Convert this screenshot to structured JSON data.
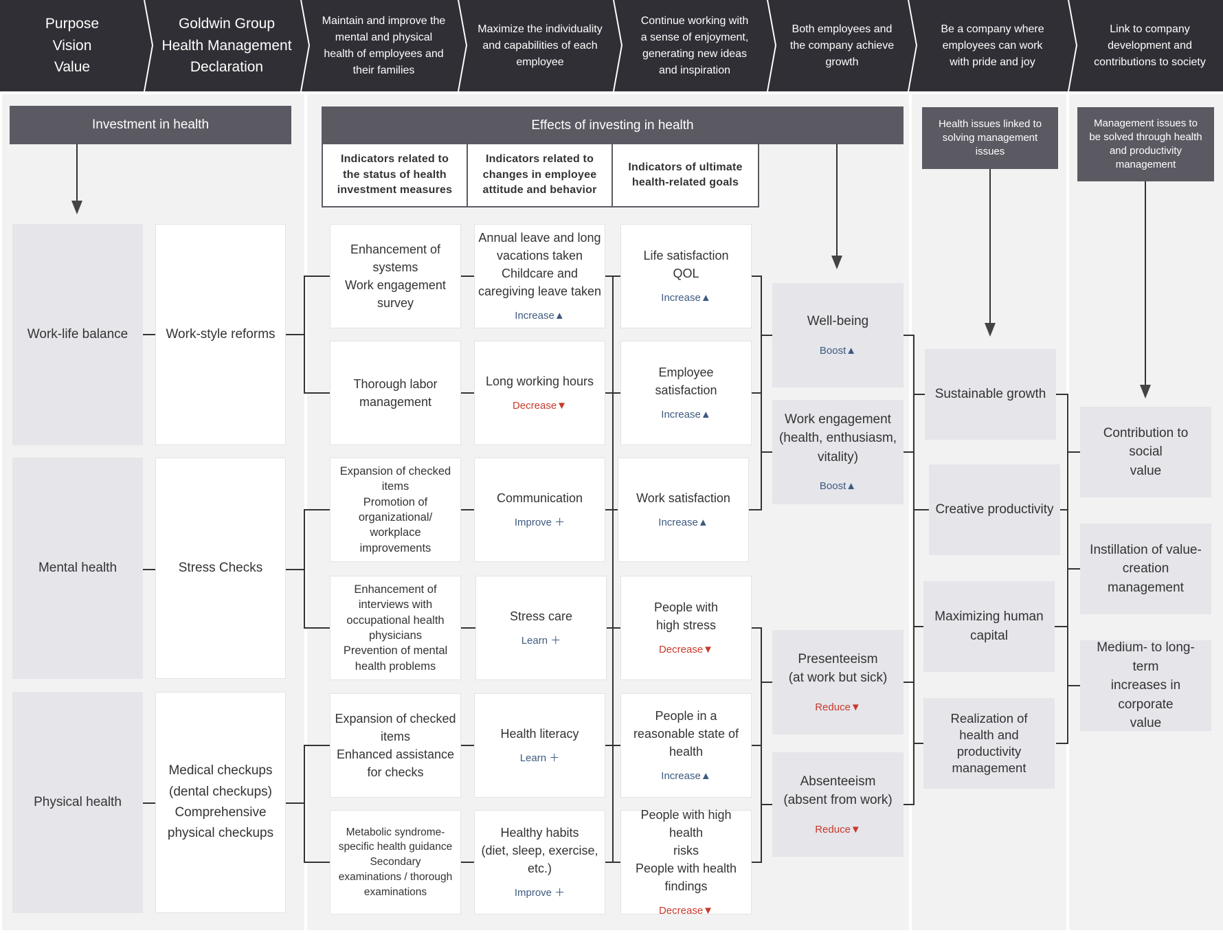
{
  "header": [
    {
      "text": "Purpose\nVision\nValue"
    },
    {
      "text": "Goldwin Group\nHealth Management\nDeclaration"
    },
    {
      "text": "Maintain and improve the\nmental and physical\nhealth of employees and\ntheir families"
    },
    {
      "text": "Maximize the individuality\nand capabilities of each\nemployee"
    },
    {
      "text": "Continue working with\na sense of enjoyment,\ngenerating new ideas\nand inspiration"
    },
    {
      "text": "Both employees and\nthe company achieve\ngrowth"
    },
    {
      "text": "Be a company where\nemployees can work\nwith pride and joy"
    },
    {
      "text": "Link to company\ndevelopment and\ncontributions to society"
    }
  ],
  "investment": {
    "title": "Investment in health",
    "areas": [
      "Work-life balance",
      "Mental health",
      "Physical health"
    ],
    "measures": [
      "Work-style reforms",
      "Stress Checks",
      "Medical checkups\n(dental checkups)\nComprehensive\nphysical checkups"
    ]
  },
  "effects": {
    "title": "Effects of investing in health",
    "indicator_headers": [
      "Indicators related to\nthe status of health\ninvestment measures",
      "Indicators related to\nchanges in employee\nattitude and behavior",
      "Indicators of ultimate\nhealth-related goals"
    ],
    "col1": [
      "Enhancement of\nsystems\nWork engagement\nsurvey",
      "Thorough labor\nmanagement",
      "Expansion of checked\nitems\nPromotion of\norganizational/\nworkplace\nimprovements",
      "Enhancement of\ninterviews with\noccupational health\nphysicians\nPrevention of mental\nhealth problems",
      "Expansion of checked\nitems\nEnhanced assistance\nfor checks",
      "Metabolic syndrome-\nspecific health guidance\nSecondary\nexaminations / thorough\nexaminations"
    ],
    "col2": [
      {
        "text": "Annual leave and long\nvacations taken\nChildcare and\ncaregiving leave taken",
        "metric": "Increase▲",
        "down": false
      },
      {
        "text": "Long working hours",
        "metric": "Decrease▼",
        "down": true
      },
      {
        "text": "Communication",
        "metric": "Improve ＋",
        "down": false
      },
      {
        "text": "Stress care",
        "metric": "Learn ＋",
        "down": false
      },
      {
        "text": "Health literacy",
        "metric": "Learn ＋",
        "down": false
      },
      {
        "text": "Healthy habits\n(diet, sleep, exercise,\netc.)",
        "metric": "Improve ＋",
        "down": false
      }
    ],
    "col3": [
      {
        "text": "Life satisfaction\nQOL",
        "metric": "Increase▲",
        "down": false
      },
      {
        "text": "Employee\nsatisfaction",
        "metric": "Increase▲",
        "down": false
      },
      {
        "text": "Work satisfaction",
        "metric": "Increase▲",
        "down": false
      },
      {
        "text": "People with\nhigh stress",
        "metric": "Decrease▼",
        "down": true
      },
      {
        "text": "People in a\nreasonable state of\nhealth",
        "metric": "Increase▲",
        "down": false
      },
      {
        "text": "People with high health\nrisks\nPeople with health\nfindings",
        "metric": "Decrease▼",
        "down": true
      }
    ],
    "outcomes": [
      {
        "text": "Well-being",
        "metric": "Boost▲",
        "down": false
      },
      {
        "text": "Work engagement\n(health, enthusiasm,\nvitality)",
        "metric": "Boost▲",
        "down": false
      },
      {
        "text": "Presenteeism\n(at work but sick)",
        "metric": "Reduce▼",
        "down": true
      },
      {
        "text": "Absenteeism\n(absent from work)",
        "metric": "Reduce▼",
        "down": true
      }
    ]
  },
  "health_issues": {
    "title": "Health issues linked to\nsolving management\nissues",
    "items": [
      "Sustainable growth",
      "Creative productivity",
      "Maximizing human\ncapital",
      "Realization of\nhealth and\nproductivity\nmanagement"
    ]
  },
  "management_issues": {
    "title": "Management issues to\nbe solved through health\nand productivity\nmanagement",
    "items": [
      "Contribution to social\nvalue",
      "Instillation of value-\ncreation management",
      "Medium- to long-term\nincreases in corporate\nvalue"
    ]
  },
  "colors": {
    "header_bg": "#2f2f35",
    "dark_box": "#5b5a63",
    "panel": "#f2f2f2",
    "gray_box": "#e5e5ea",
    "increase": "#3d5a80",
    "decrease": "#c8382b"
  }
}
